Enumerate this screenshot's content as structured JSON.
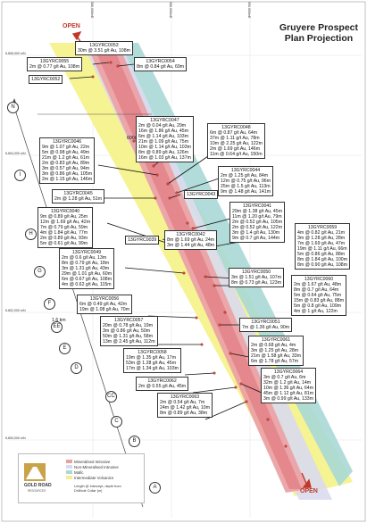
{
  "title": {
    "line1": "Gruyere Prospect",
    "line2": "Plan Projection"
  },
  "open_top": "OPEN",
  "open_bottom": "OPEN",
  "north": "N",
  "scale_600": "600m",
  "scale_1km": "1.6 km",
  "grid": {
    "eastings": [
      "586,000mE",
      "588,000mE",
      "590,000mE"
    ],
    "northings": [
      "6,806,000 mN",
      "6,804,000 mN",
      "6,802,000 mN",
      "6,800,000 mN"
    ]
  },
  "sections": [
    "I",
    "H",
    "G",
    "F",
    "EE",
    "E",
    "D",
    "CC",
    "C",
    "B",
    "A"
  ],
  "legend": {
    "company": "GOLD ROAD",
    "sub": "RESOURCES",
    "items": [
      {
        "label": "Mineralised Intrusive",
        "color": "#e8a0a0"
      },
      {
        "label": "Non-Mineralised Intrusive",
        "color": "#d9d9f0"
      },
      {
        "label": "Mafic",
        "color": "#a8d8d8"
      },
      {
        "label": "Intermediate Volcanics",
        "color": "#f3ee8e"
      }
    ],
    "note1": "Length @ Intercept, depth from",
    "note2": "Drillhole Collar (m)"
  },
  "collars": {
    "h0052": "13GYRC0052",
    "h0053": {
      "name": "13GYRC0053",
      "lines": [
        "30m @ 3.51 g/t Au, 108m"
      ]
    },
    "h0055": {
      "name": "13GYRC0055",
      "lines": [
        "2m @ 0.77 g/t Au, 108m"
      ]
    },
    "h0054": {
      "name": "13GYRC0054",
      "lines": [
        "8m @ 0.84 g/t Au, 69m"
      ]
    },
    "h0047": {
      "name": "13GYRC0047",
      "lines": [
        "2m @ 0.04 g/t Au, 29m",
        "16m @ 1.86 g/t Au, 45m",
        "6m @ 1.14 g/t Au, 103m",
        "21m @ 1.09 g/t Au, 75m",
        "10m @ 1.14 g/t Au, 103m",
        "8m @ 0.89 g/t Au, 126m",
        "16m @ 1.03 g/t Au, 137m"
      ]
    },
    "h0048": {
      "name": "13GYRC0048",
      "lines": [
        "6m @ 0.87 g/t Au, 64m",
        "37m @ 1.11 g/t Au, 78m",
        "10m @ 2.25 g/t Au, 122m",
        "2m @ 1.69 g/t Au, 146m",
        "11m @ 0.64 g/t Au, 150m"
      ]
    },
    "h0046": {
      "name": "13GYRC0046",
      "lines": [
        "9m @ 1.07 g/t Au, 22m",
        "5m @ 0.98 g/t Au, 49m",
        "21m @ 1.2 g/t Au, 61m",
        "2m @ 0.83 g/t Au, 89m",
        "3m @ 0.57 g/t Au, 94m",
        "3m @ 0.86 g/t Au, 105m",
        "2m @ 1.15 g/t Au, 146m"
      ]
    },
    "h0044": {
      "name": "13GYRC0044",
      "lines": [
        "2m @ 1.25 g/t Au, 84m",
        "12m @ 0.75 g/t Au, 96m",
        "25m @ 1.5 g/t Au, 113m",
        "9m @ 1.48 g/t Au, 141m"
      ]
    },
    "h0045": {
      "name": "13GYRC0045",
      "lines": [
        "2m @ 1.28 g/t Au, 51m"
      ]
    },
    "h0043": "13GYRC0043",
    "h0041": {
      "name": "13GYRC0041",
      "lines": [
        "29m @ 1.38 g/t Au, 45m",
        "11m @ 1.20 g/t Au, 79m",
        "2m @ 0.52 g/t Au, 105m",
        "2m @ 0.52 g/t Au, 122m",
        "3m @ 1.4 g/t Au, 130m",
        "9m @ 0.7 g/t Au, 144m"
      ]
    },
    "h0040": {
      "name": "13GYRC0040",
      "lines": [
        "9m @ 0.89 g/t Au, 25m",
        "12m @ 1.69 g/t Au, 42m",
        "7m @ 0.79 g/t Au, 59m",
        "4m @ 1.84 g/t Au, 77m",
        "2m @ 0.89 g/t Au, 93m",
        "5m @ 0.61 g/t Au, 99m"
      ]
    },
    "h0039": "13GYRC0039",
    "h0042": {
      "name": "13GYRC0042",
      "lines": [
        "8m @ 1.69 g/t Au, 24m",
        "3m @ 1.44 g/t Au, 48m"
      ]
    },
    "h0059": {
      "name": "13GYRC0059",
      "lines": [
        "4m @ 0.82 g/t Au, 21m",
        "3m @ 1.28 g/t Au, 28m",
        "7m @ 1.69 g/t Au, 47m",
        "19m @ 1.11 g/t Au, 66m",
        "5m @ 0.86 g/t Au, 88m",
        "8m @ 1.84 g/t Au, 100m",
        "8m @ 0.90 g/t Au, 108m"
      ]
    },
    "h0049": {
      "name": "13GYRC0049",
      "lines": [
        "2m @ 0.6 g/t Au, 13m",
        "8m @ 0.79 g/t Au, 18m",
        "3m @ 1.31 g/t Au, 43m",
        "29m @ 1.01 g/t Au, 60m",
        "6m @ 0.67 g/t Au, 108m",
        "4m @ 0.62 g/t Au, 115m"
      ]
    },
    "h0050": {
      "name": "13GYRC0050",
      "lines": [
        "3m @ 1.51 g/t Au, 107m",
        "8m @ 0.73 g/t Au, 123m"
      ]
    },
    "h0060": {
      "name": "13GYRC0060",
      "lines": [
        "2m @ 1.67 g/t Au, 48m",
        "8m @ 0.7 g/t Au, 64m",
        "5m @ 0.64 g/t Au, 75m",
        "15m @ 0.83 g/t Au, 88m",
        "5m @ 0.8 g/t Au, 109m",
        "4m @ 1 g/t Au, 122m"
      ]
    },
    "h0056": {
      "name": "13GYRC0056",
      "lines": [
        "6m @ 0.49 g/t Au, 42m",
        "19m @ 1.08 g/t Au, 70m"
      ]
    },
    "h0051": {
      "name": "13GYRC0051",
      "lines": [
        "7m @ 1.36 g/t Au, 90m"
      ]
    },
    "h0057": {
      "name": "13GYRC0057",
      "lines": [
        "20m @ 0.78 g/t Au, 19m",
        "3m @ 0.86 g/t Au, 50m",
        "50m @ 1.31 g/t Au, 58m",
        "13m @ 2.45 g/t Au, 112m"
      ]
    },
    "h0061": {
      "name": "13GYRC0061",
      "lines": [
        "2m @ 0.68 g/t Au, 4m",
        "3m @ 1.25 g/t Au, 28m",
        "21m @ 1.58 g/t Au, 33m",
        "6m @ 1.78 g/t Au, 57m"
      ]
    },
    "h0058": {
      "name": "13GYRC0058",
      "lines": [
        "19m @ 1.35 g/t Au, 17m",
        "53m @ 1.28 g/t Au, 45m",
        "17m @ 1.34 g/t Au, 103m"
      ]
    },
    "h0064": {
      "name": "13GYRC0064",
      "lines": [
        "3m @ 0.7 g/t Au, 6m",
        "32m @ 1.2 g/t Au, 14m",
        "10m @ 1.36 g/t Au, 64m",
        "45m @ 1.12 g/t Au, 81m",
        "3m @ 0.99 g/t Au, 133m"
      ]
    },
    "h0062": {
      "name": "13GYRC0062",
      "lines": [
        "2m @ 0.55 g/t Au, 45m"
      ]
    },
    "h0063": {
      "name": "13GYRC0063",
      "lines": [
        "2m @ 0.54 g/t Au, 7m",
        "24m @ 1.42 g/t Au, 10m",
        "8m @ 0.89 g/t Au, 38m"
      ]
    }
  }
}
